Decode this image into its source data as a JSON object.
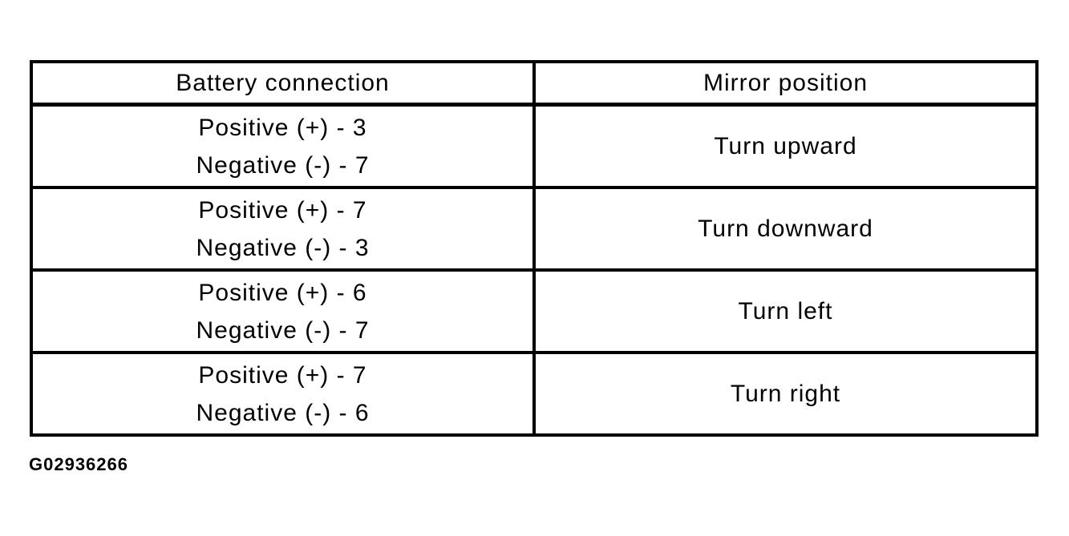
{
  "page": {
    "background": "#ffffff",
    "text_color": "#000000",
    "figure_id": "G02936266"
  },
  "table": {
    "border_color": "#000000",
    "columns": [
      "Battery connection",
      "Mirror position"
    ],
    "rows": [
      {
        "battery_line1": "Positive (+) - 3",
        "battery_line2": "Negative (-) - 7",
        "mirror": "Turn upward"
      },
      {
        "battery_line1": "Positive (+) - 7",
        "battery_line2": "Negative (-) - 3",
        "mirror": "Turn downward"
      },
      {
        "battery_line1": "Positive (+) - 6",
        "battery_line2": "Negative (-) - 7",
        "mirror": "Turn left"
      },
      {
        "battery_line1": "Positive (+) - 7",
        "battery_line2": "Negative (-) - 6",
        "mirror": "Turn right"
      }
    ]
  }
}
